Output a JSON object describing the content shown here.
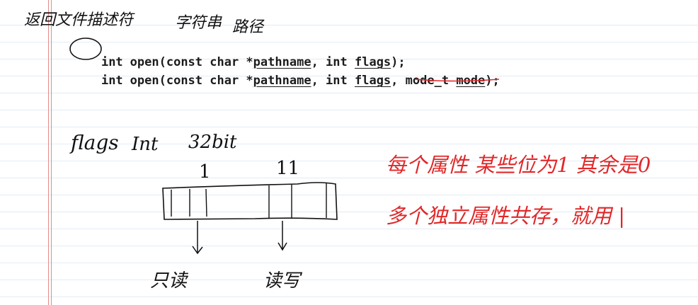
{
  "notes": {
    "top_return": "返回文件描述符",
    "top_string": "字符串",
    "top_path": "路径",
    "code_lines": [
      {
        "kw_int": "int",
        "fn_open": "open(const char *",
        "param_pathname": "pathname",
        "comma": ", int ",
        "param_flags": "flags",
        "end": ");"
      },
      {
        "kw_int": "int",
        "fn_open": "open(const char *",
        "param_pathname": "pathname",
        "comma": ", int ",
        "param_flags": "flags",
        "comma2": ", ",
        "param_mode_type": "mode_t",
        "param_mode": "mode",
        "end": ");"
      }
    ],
    "flags_label": "flags",
    "int_label": "Int",
    "bits_label": "32bit",
    "tick_one": "1",
    "tick_eleven": "11",
    "bottom_left": "只读",
    "bottom_right": "读写",
    "red_line_1": "每个属性 某些位为1 其余是0",
    "red_line_2": "多个独立属性共存，就用 |"
  },
  "colors": {
    "ink": "#111111",
    "red_ink": "#e0282a",
    "code": "#1c1c1c",
    "margin": "#e58a8a",
    "rule": "#e3ecf4"
  }
}
